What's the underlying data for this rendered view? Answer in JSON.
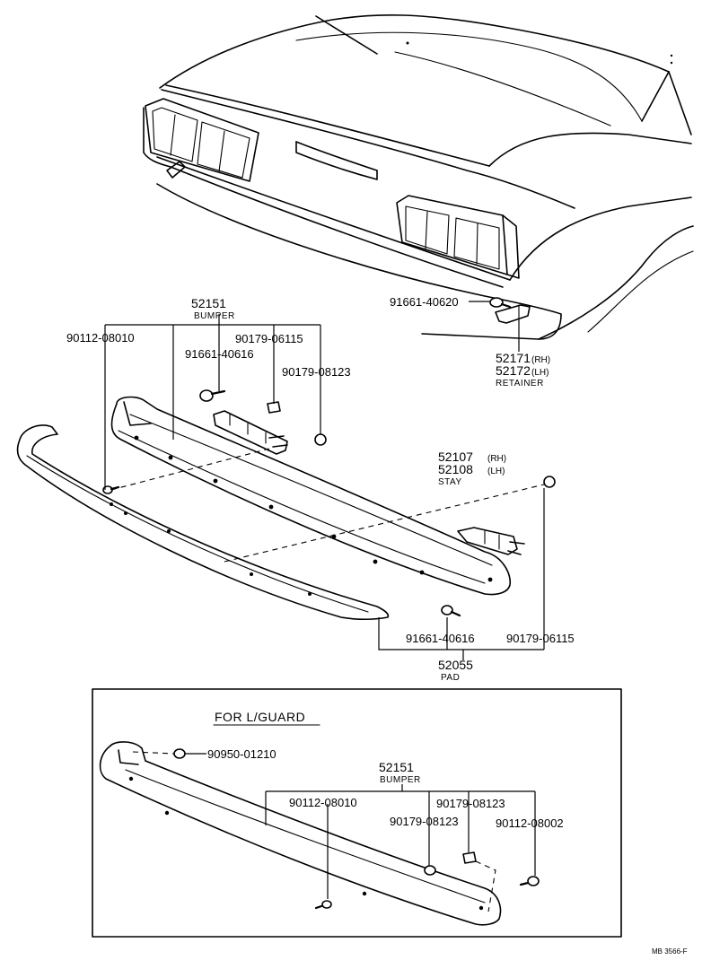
{
  "callouts": {
    "bumper_top_number": "52151",
    "bumper_top_name": "BUMPER",
    "bolt_90112_08010_top": "90112-08010",
    "nut_91661_40616_top": "91661-40616",
    "nut_90179_06115_top": "90179-06115",
    "nut_90179_08123_top": "90179-08123",
    "bolt_91661_40620": "91661-40620",
    "retainer_rh_number": "52171",
    "retainer_rh_suffix": "(RH)",
    "retainer_lh_number": "52172",
    "retainer_lh_suffix": "(LH)",
    "retainer_name": "RETAINER",
    "stay_rh_number": "52107",
    "stay_rh_suffix": "(RH)",
    "stay_lh_number": "52108",
    "stay_lh_suffix": "(LH)",
    "stay_name": "STAY",
    "bolt_91661_40616_bottom": "91661-40616",
    "nut_90179_06115_bottom": "90179-06115",
    "pad_number": "52055",
    "pad_name": "PAD"
  },
  "guard_box": {
    "title": "FOR L/GUARD",
    "cap_90950_01210": "90950-01210",
    "bumper_number": "52151",
    "bumper_name": "BUMPER",
    "bolt_90112_08010": "90112-08010",
    "nut_90179_08123_right": "90179-08123",
    "nut_90179_08123_left": "90179-08123",
    "bolt_90112_08002": "90112-08002"
  },
  "ref_code": "MB 3566-F",
  "colors": {
    "ink": "#000000",
    "paper": "#ffffff"
  }
}
